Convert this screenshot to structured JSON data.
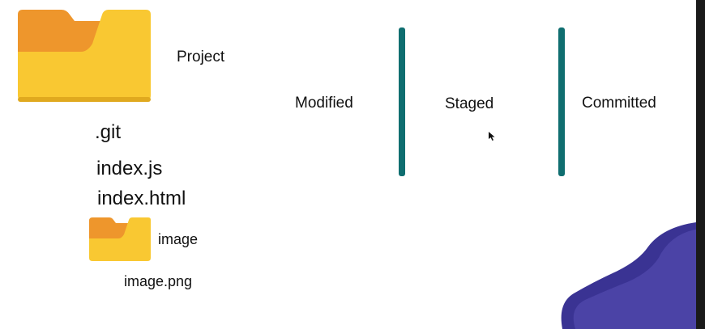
{
  "project": {
    "folder_icon": "folder-icon",
    "label": "Project",
    "folder_colors": {
      "front": "#f9c832",
      "back": "#ee962c"
    }
  },
  "files": {
    "git": ".git",
    "index_js": "index.js",
    "index_html": "index.html",
    "image_folder": {
      "folder_icon": "folder-icon",
      "label": "image",
      "child": "image.png"
    }
  },
  "stages": [
    {
      "label": "Modified"
    },
    {
      "label": "Staged"
    },
    {
      "label": "Committed"
    }
  ],
  "colors": {
    "divider": "#0f6e70",
    "blob_primary": "#4b43a6",
    "blob_secondary": "#3a3393"
  }
}
